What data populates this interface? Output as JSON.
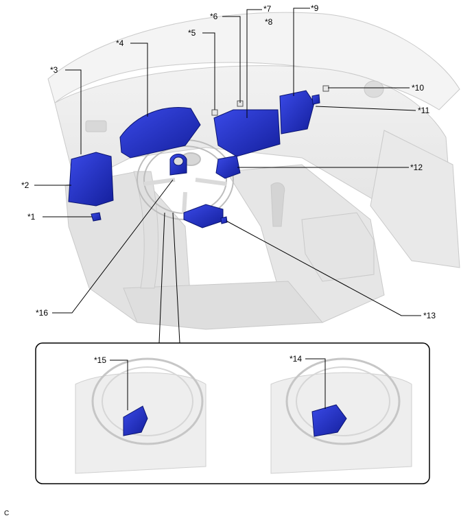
{
  "callouts": {
    "c1": "*1",
    "c2": "*2",
    "c3": "*3",
    "c4": "*4",
    "c5": "*5",
    "c6": "*6",
    "c7": "*7",
    "c8": "*8",
    "c9": "*9",
    "c10": "*10",
    "c11": "*11",
    "c12": "*12",
    "c13": "*13",
    "c14": "*14",
    "c15": "*15",
    "c16": "*16"
  },
  "figure_code": "C",
  "colors": {
    "component_blue": "#1f2fd0",
    "component_blue_dark": "#0d1680",
    "interior_light": "#eeeeee",
    "interior_mid": "#d9d9d9",
    "interior_line": "#c4c4c4"
  }
}
